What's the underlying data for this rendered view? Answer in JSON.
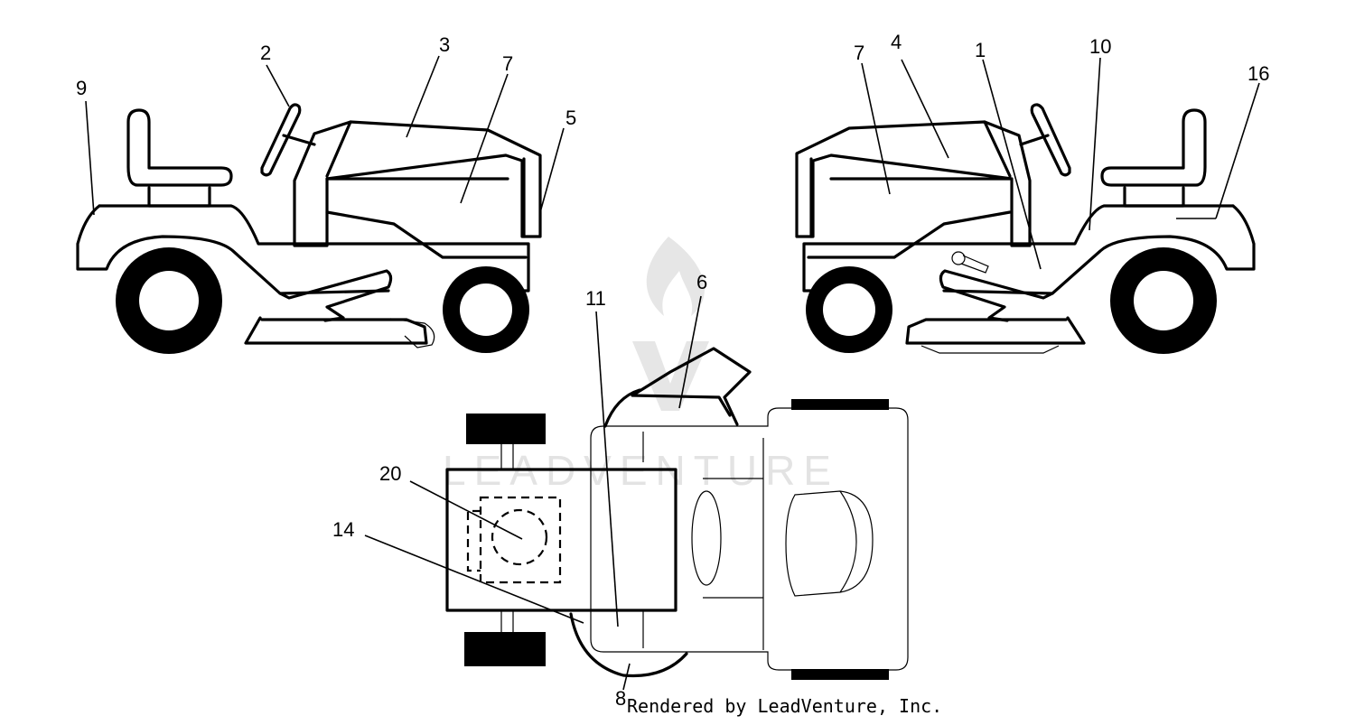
{
  "watermark": "LEADVENTURE",
  "credit": "Rendered by LeadVenture, Inc.",
  "callouts": [
    {
      "id": "1",
      "text": "1"
    },
    {
      "id": "2",
      "text": "2"
    },
    {
      "id": "3",
      "text": "3"
    },
    {
      "id": "4",
      "text": "4"
    },
    {
      "id": "5",
      "text": "5"
    },
    {
      "id": "6",
      "text": "6"
    },
    {
      "id": "7a",
      "text": "7"
    },
    {
      "id": "7b",
      "text": "7"
    },
    {
      "id": "8",
      "text": "8"
    },
    {
      "id": "9",
      "text": "9"
    },
    {
      "id": "10",
      "text": "10"
    },
    {
      "id": "11",
      "text": "11"
    },
    {
      "id": "14",
      "text": "14"
    },
    {
      "id": "16",
      "text": "16"
    },
    {
      "id": "20",
      "text": "20"
    }
  ]
}
